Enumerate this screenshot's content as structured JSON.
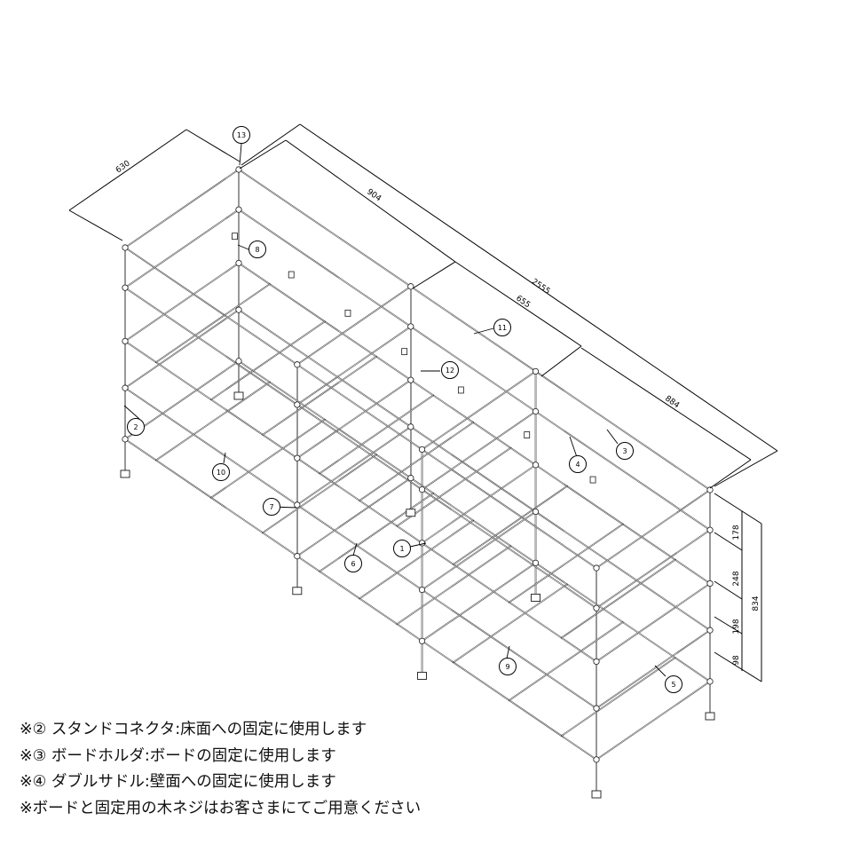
{
  "dimensions": {
    "depth": "630",
    "section_1": "904",
    "section_2": "655",
    "section_3": "884",
    "total_length": "2555",
    "tier_1": "178",
    "tier_2": "248",
    "tier_3": "198",
    "tier_4": "98",
    "total_height": "834"
  },
  "part_numbers": [
    "1",
    "2",
    "3",
    "4",
    "5",
    "6",
    "7",
    "8",
    "9",
    "10",
    "11",
    "12",
    "13"
  ],
  "notes": [
    "※② スタンドコネクタ:床面への固定に使用します",
    "※③ ボードホルダ:ボードの固定に使用します",
    "※④ ダブルサドル:壁面への固定に使用します",
    "※ボードと固定用の木ネジはお客さまにてご用意ください"
  ],
  "colors": {
    "line": "#000000",
    "background": "#ffffff"
  }
}
